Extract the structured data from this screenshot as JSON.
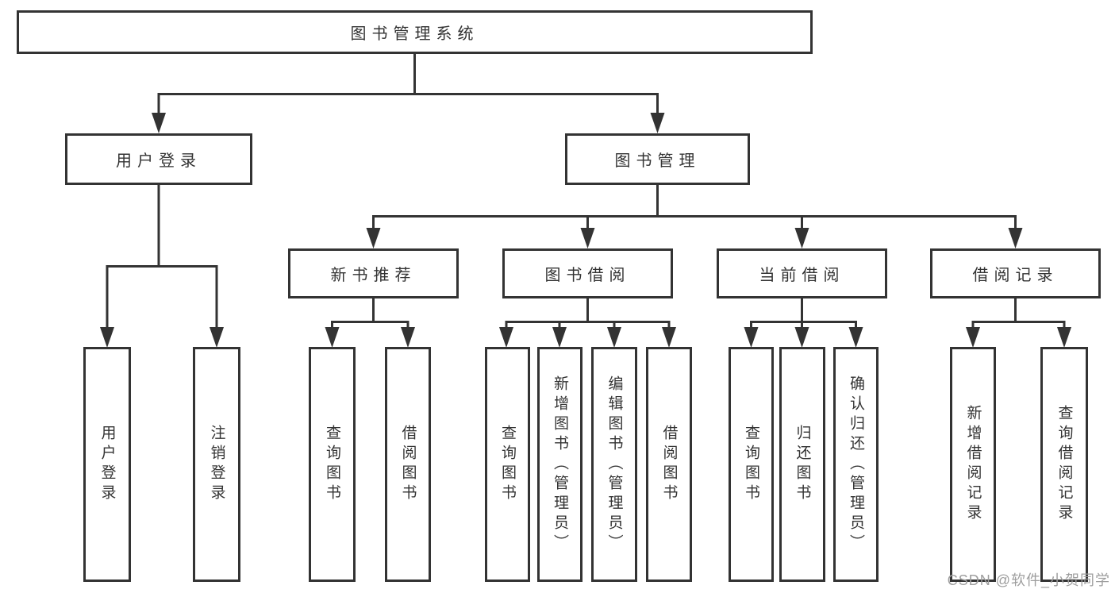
{
  "diagram_title": "图书管理系统",
  "chart_type": "hierarchy-tree",
  "colors": {
    "line": "#333333",
    "text": "#333333",
    "watermark": "#9e9e9e",
    "background": "#ffffff"
  },
  "nodes": {
    "root": {
      "label": "图书管理系统"
    },
    "user_login": {
      "label": "用户登录",
      "children": [
        "用户登录",
        "注销登录"
      ]
    },
    "book_mgmt": {
      "label": "图书管理",
      "children_labels": [
        "新书推荐",
        "图书借阅",
        "当前借阅",
        "借阅记录"
      ]
    },
    "new_book_rec": {
      "label": "新书推荐",
      "children": [
        "查询图书",
        "借阅图书"
      ]
    },
    "book_borrow": {
      "label": "图书借阅",
      "children": [
        "查询图书",
        "新增图书（管理员）",
        "编辑图书（管理员）",
        "借阅图书"
      ]
    },
    "current_borrow": {
      "label": "当前借阅",
      "children": [
        "查询图书",
        "归还图书",
        "确认归还（管理员）"
      ]
    },
    "borrow_record": {
      "label": "借阅记录",
      "children": [
        "新增借阅记录",
        "查询借阅记录"
      ]
    }
  },
  "watermark": "CSDN @软件_小贺同学"
}
